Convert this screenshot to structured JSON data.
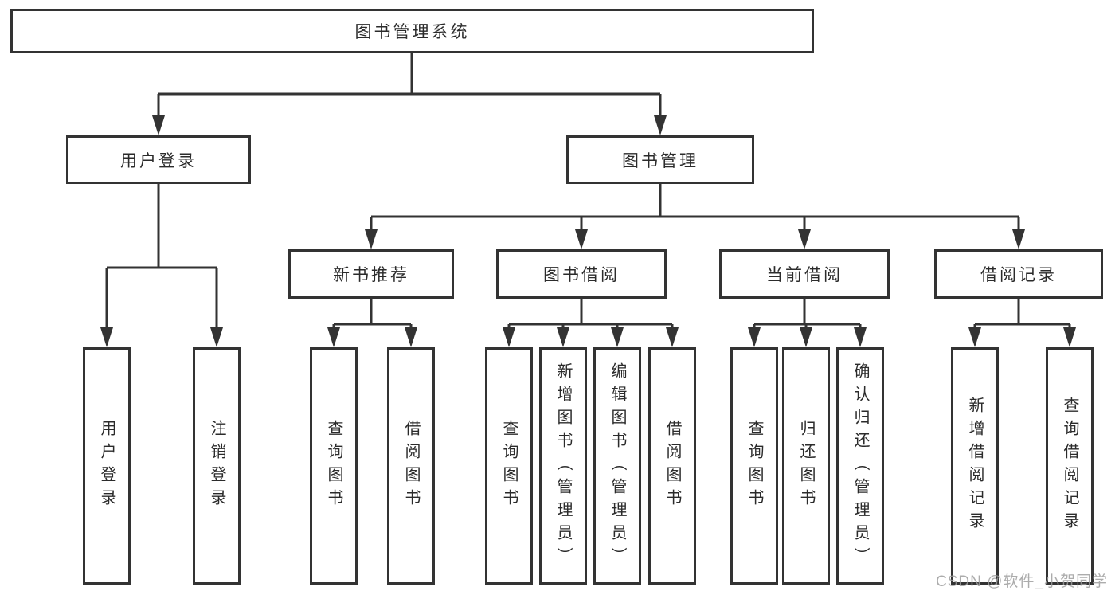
{
  "diagram": {
    "root": {
      "label": "图书管理系统"
    },
    "branches": [
      {
        "label": "用户登录",
        "children": [
          {
            "label": "用户登录"
          },
          {
            "label": "注销登录"
          }
        ]
      },
      {
        "label": "图书管理",
        "children": [
          {
            "label": "新书推荐",
            "children": [
              {
                "label": "查询图书"
              },
              {
                "label": "借阅图书"
              }
            ]
          },
          {
            "label": "图书借阅",
            "children": [
              {
                "label": "查询图书"
              },
              {
                "label": "新增图书（管理员）"
              },
              {
                "label": "编辑图书（管理员）"
              },
              {
                "label": "借阅图书"
              }
            ]
          },
          {
            "label": "当前借阅",
            "children": [
              {
                "label": "查询图书"
              },
              {
                "label": "归还图书"
              },
              {
                "label": "确认归还（管理员）"
              }
            ]
          },
          {
            "label": "借阅记录",
            "children": [
              {
                "label": "新增借阅记录"
              },
              {
                "label": "查询借阅记录"
              }
            ]
          }
        ]
      }
    ]
  },
  "watermark": {
    "text": "CSDN @软件_小贺同学"
  },
  "colors": {
    "line": "#333333",
    "text": "#2b2b2b",
    "box_fill": "#ffffff",
    "watermark": "#9e9e9e"
  }
}
